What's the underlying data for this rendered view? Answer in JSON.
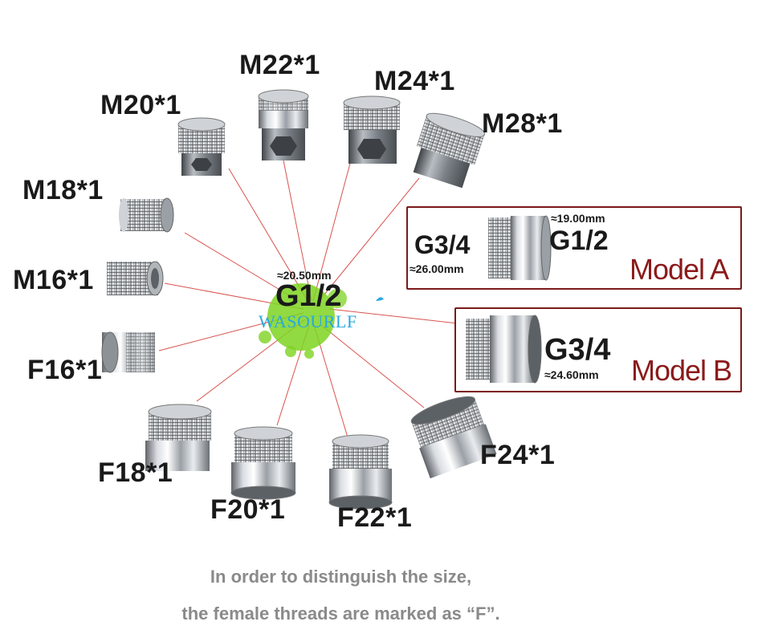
{
  "center": {
    "measure": "≈20.50mm",
    "thread": "G1/2",
    "brand": "WASOURLF"
  },
  "adapters": [
    {
      "label": "M22*1"
    },
    {
      "label": "M24*1"
    },
    {
      "label": "M20*1"
    },
    {
      "label": "M28*1"
    },
    {
      "label": "M18*1"
    },
    {
      "label": "M16*1"
    },
    {
      "label": "F16*1"
    },
    {
      "label": "F18*1"
    },
    {
      "label": "F20*1"
    },
    {
      "label": "F22*1"
    },
    {
      "label": "F24*1"
    }
  ],
  "model_a": {
    "name": "Model A",
    "left_thread": "G3/4",
    "left_measure": "≈26.00mm",
    "right_thread": "G1/2",
    "right_measure": "≈19.00mm"
  },
  "model_b": {
    "name": "Model B",
    "thread": "G3/4",
    "measure": "≈24.60mm"
  },
  "caption": {
    "line1": "In order to distinguish the size,",
    "line2": "the female threads are marked as “F”."
  },
  "colors": {
    "line": "#d9534f",
    "box_border": "#7a1a1a",
    "model_text": "#8b1a1a",
    "caption": "#8a8a8a",
    "brand": "#29a8e0",
    "logo_green": "#7ed321"
  }
}
